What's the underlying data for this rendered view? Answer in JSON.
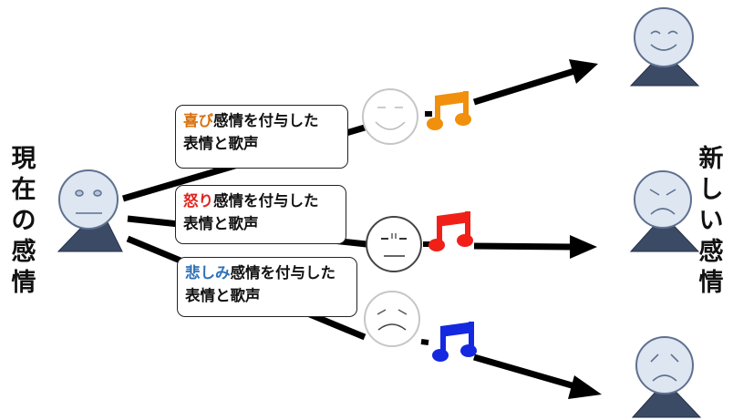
{
  "left_label": [
    "現",
    "在",
    "の",
    "感",
    "情"
  ],
  "right_label": [
    "新",
    "し",
    "い",
    "感",
    "情"
  ],
  "boxes": [
    {
      "emotion": "喜び",
      "rest": "感情を付与した",
      "line2": "表情と歌声",
      "color": "#d8700c"
    },
    {
      "emotion": "怒り",
      "rest": "感情を付与した",
      "line2": "表情と歌声",
      "color": "#e0241c"
    },
    {
      "emotion": "悲しみ",
      "rest": "感情を付与した",
      "line2": "表情と歌声",
      "color": "#2e70b8"
    }
  ],
  "colors": {
    "person_body": "#3b4b66",
    "person_head": "#dee6f2",
    "arrow": "#000000",
    "note_joy": "#f0900c",
    "note_anger": "#f02018",
    "note_sad": "#1428e0"
  },
  "icons": [
    "person-neutral-icon",
    "face-joy-icon",
    "face-anger-icon",
    "face-sad-icon",
    "music-note-icon",
    "person-happy-icon",
    "person-angry-icon",
    "person-sad-icon"
  ]
}
